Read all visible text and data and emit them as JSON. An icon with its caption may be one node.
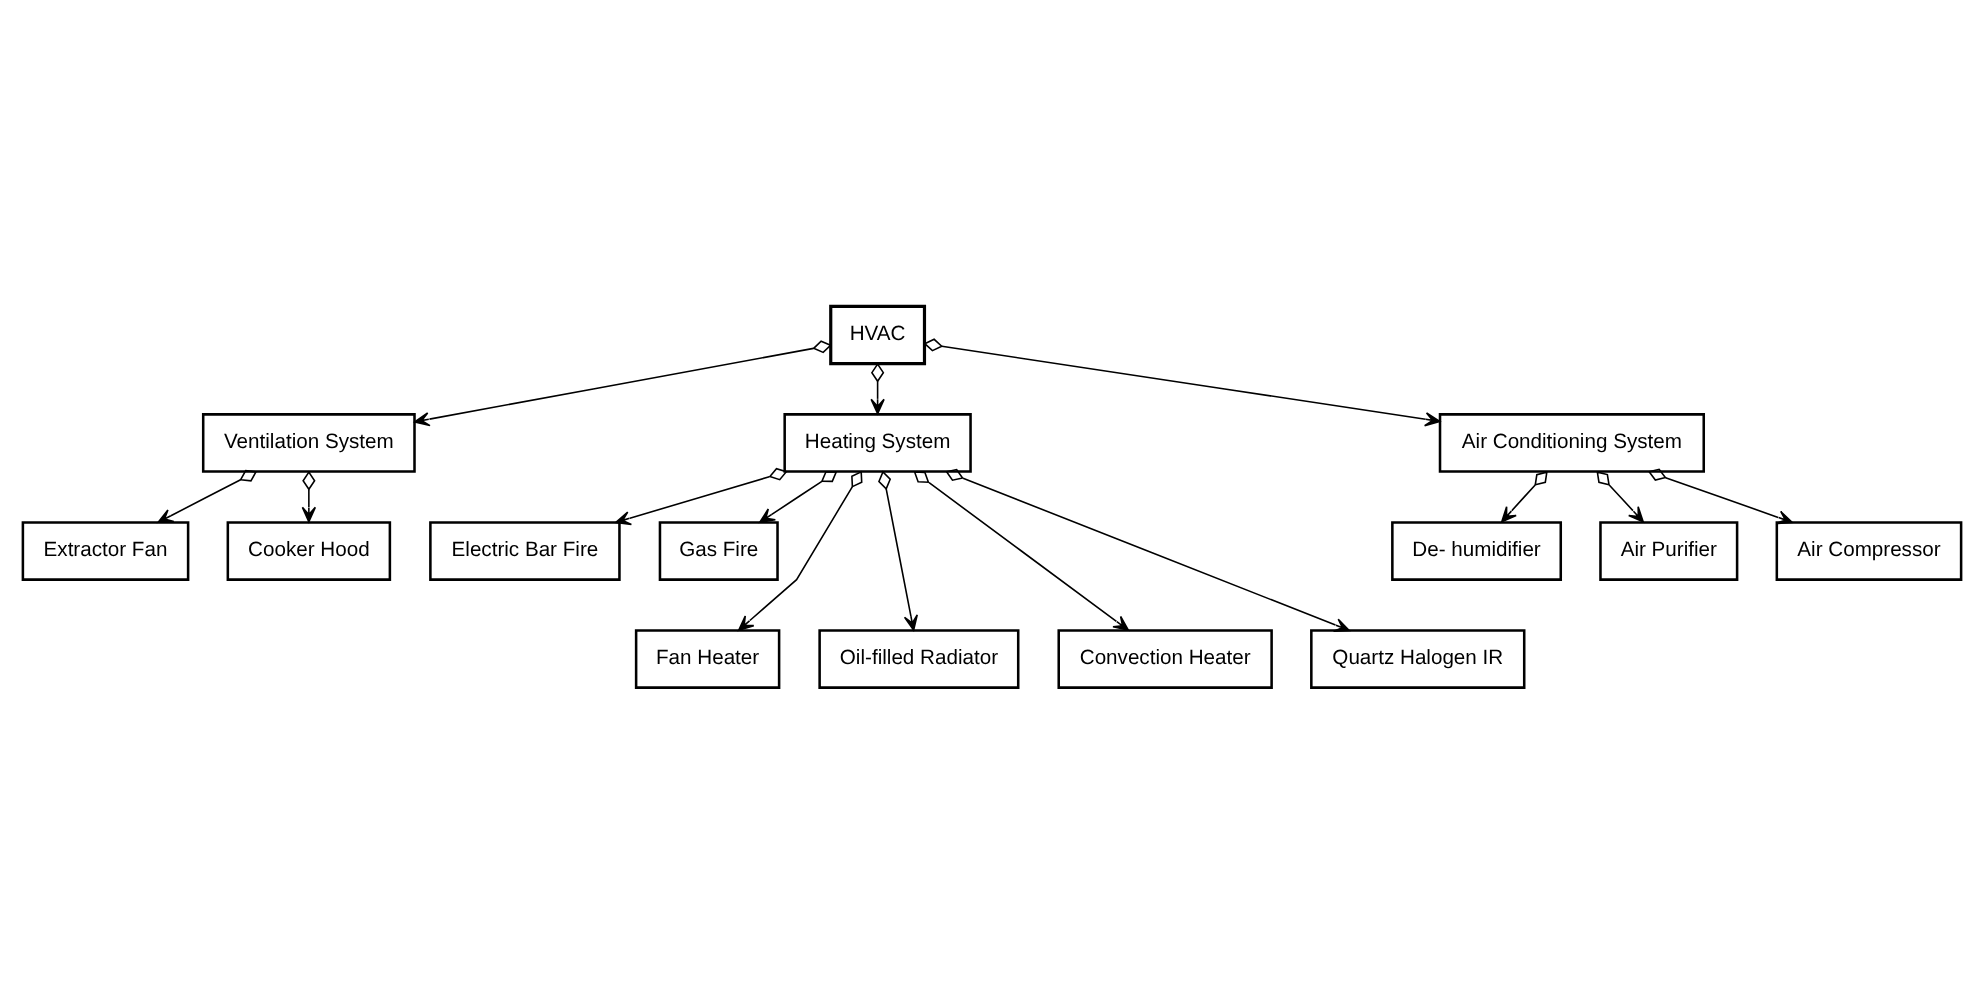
{
  "diagram": {
    "nodes": [
      {
        "text": [
          "HVAC"
        ]
      },
      {
        "text": [
          "Ventilation System"
        ]
      },
      {
        "text": [
          "Heating System"
        ]
      },
      {
        "text": [
          "Air Conditioning System"
        ]
      },
      {
        "text": [
          "Extractor Fan"
        ]
      },
      {
        "text": [
          "Cooker Hood"
        ]
      },
      {
        "text": [
          "Electric Bar Fire"
        ]
      },
      {
        "text": [
          "Gas Fire"
        ]
      },
      {
        "text": [
          "De- humidifier"
        ]
      },
      {
        "text": [
          "Air Purifier"
        ]
      },
      {
        "text": [
          "Air Compressor"
        ]
      },
      {
        "text": [
          "Fan Heater"
        ]
      },
      {
        "text": [
          "Oil-filled Radiator"
        ]
      },
      {
        "text": [
          "Convection Heater"
        ]
      },
      {
        "text": [
          "Quartz Halogen IR"
        ]
      }
    ],
    "edges": [
      {
        "from": 0,
        "to": 1,
        "arrow": "to"
      },
      {
        "from": 0,
        "to": 2,
        "arrow": "to"
      },
      {
        "from": 0,
        "to": 3,
        "arrow": "to"
      },
      {
        "from": 1,
        "to": 4,
        "arrow": "to"
      },
      {
        "from": 1,
        "to": 5,
        "arrow": "to"
      },
      {
        "from": 2,
        "to": 6,
        "arrow": "to"
      },
      {
        "from": 2,
        "to": 7,
        "arrow": "to"
      },
      {
        "from": 2,
        "to": 11,
        "arrow": "to"
      },
      {
        "from": 2,
        "to": 12,
        "arrow": "to"
      },
      {
        "from": 2,
        "to": 13,
        "arrow": "to"
      },
      {
        "from": 2,
        "to": 14,
        "arrow": "to"
      },
      {
        "from": 3,
        "to": 8,
        "arrow": "to"
      },
      {
        "from": 3,
        "to": 9,
        "arrow": "to"
      },
      {
        "from": 3,
        "to": 10,
        "arrow": "to"
      }
    ]
  }
}
